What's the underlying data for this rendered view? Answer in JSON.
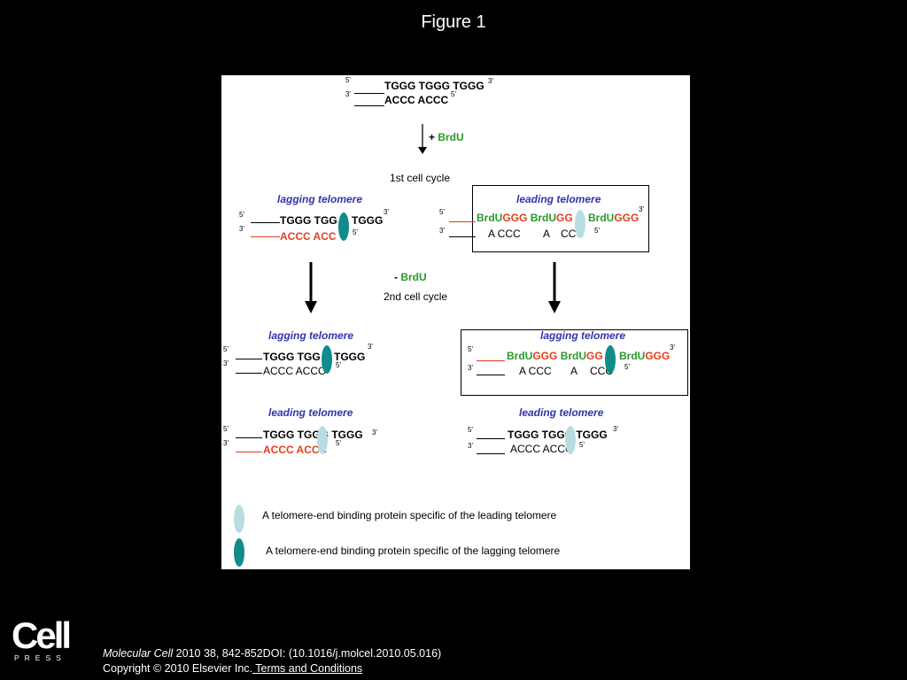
{
  "slide": {
    "title": "Figure 1",
    "citation_journal": "Molecular Cell",
    "citation_rest": " 2010 38, 842-852DOI: (10.1016/j.molcel.2010.05.016)",
    "copyright": "Copyright © 2010 Elsevier Inc.",
    "terms": " Terms and Conditions",
    "logo_word": "Cell",
    "logo_sub": "PRESS"
  },
  "figure": {
    "five_prime": "5'",
    "three_prime": "3'",
    "top": {
      "strand_g": "TGGG TGGG TGGG",
      "strand_c": "ACCC ACCC"
    },
    "add_brdu": {
      "sign": "+ ",
      "name": "BrdU"
    },
    "cycle1": "1st cell cycle",
    "remove_brdu": {
      "sign": "- ",
      "name": "BrdU"
    },
    "cycle2": "2nd cell cycle",
    "labels": {
      "lagging": "lagging telomere",
      "leading": "leading telomere"
    },
    "lagging1": {
      "g1": "TGGG TGG",
      "g2": "TGGG",
      "c": "ACCC ACC"
    },
    "leading1": {
      "brdu": "BrdU",
      "ggg": "GGG",
      "gg": "GG",
      "c1": "A  CCC",
      "c2": "A",
      "c3": "CCC"
    },
    "gen2_lagging_a": {
      "g1": "TGGG TGG",
      "g2": "TGGG",
      "c": "ACCC ACCC"
    },
    "gen2_lagging_b": {
      "brdu": "BrdU",
      "ggg": "GGG",
      "gg": "GG",
      "c1": "A  CCC",
      "c2": "A",
      "c3": "CCC"
    },
    "gen2_leading_a": {
      "g": "TGGG TGGG TGGG",
      "c": "ACCC ACCC"
    },
    "gen2_leading_b": {
      "g": "TGGG TGGG TGGG",
      "c": "ACCC ACCC"
    },
    "legend": {
      "leading": "A  telomere-end binding protein specific of the leading telomere",
      "lagging": "A  telomere-end binding protein specific of the lagging telomere"
    },
    "colors": {
      "light_oval": "#b7dde2",
      "dark_oval": "#128b8b",
      "red": "#e63c1e",
      "green": "#2a9a2a",
      "label": "#3333aa"
    }
  }
}
